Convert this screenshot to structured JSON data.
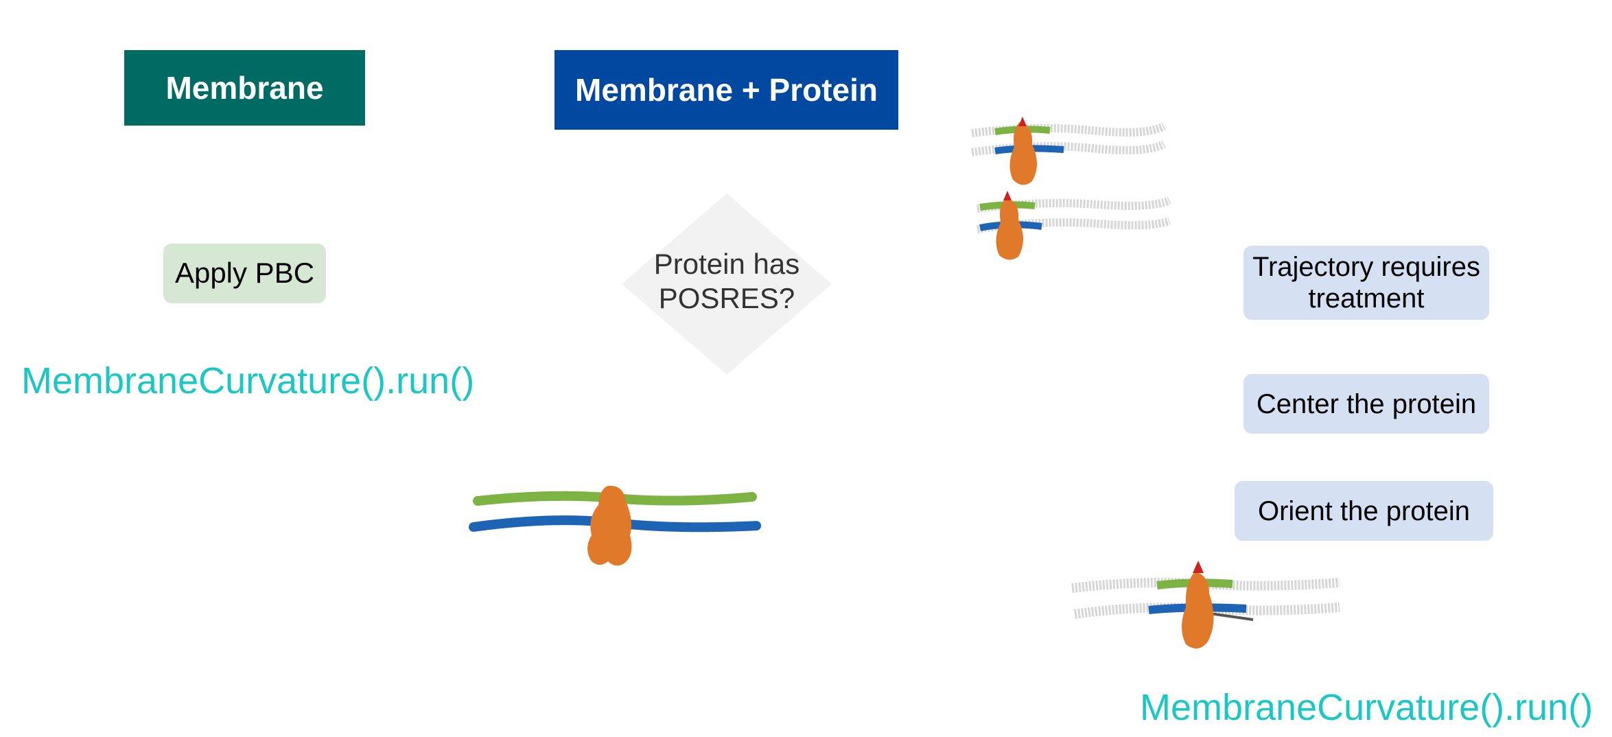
{
  "headers": {
    "membrane": "Membrane",
    "membrane_protein": "Membrane + Protein"
  },
  "membrane_branch": {
    "step": "Apply PBC",
    "code": "MembraneCurvature().run()"
  },
  "decision": {
    "line1": "Protein has",
    "line2": "POSRES?"
  },
  "treatment_branch": {
    "steps": [
      {
        "line1": "Trajectory requires",
        "line2": "treatment"
      },
      {
        "label": "Center the protein"
      },
      {
        "label": "Orient the protein"
      }
    ],
    "code": "MembraneCurvature().run()"
  },
  "colors": {
    "membrane_header": "#006b63",
    "membrane_protein_header": "#0048a0",
    "pbc_step": "#d6e8d4",
    "treatment_step": "#d5e0f2",
    "code_text": "#1ac7c3",
    "decision_fill": "#f2f2f2",
    "upper_leaflet": "#7cb342",
    "lower_leaflet": "#1e64b4",
    "protein": "#e07a2a",
    "periodic_image": "#d6d6d6"
  }
}
